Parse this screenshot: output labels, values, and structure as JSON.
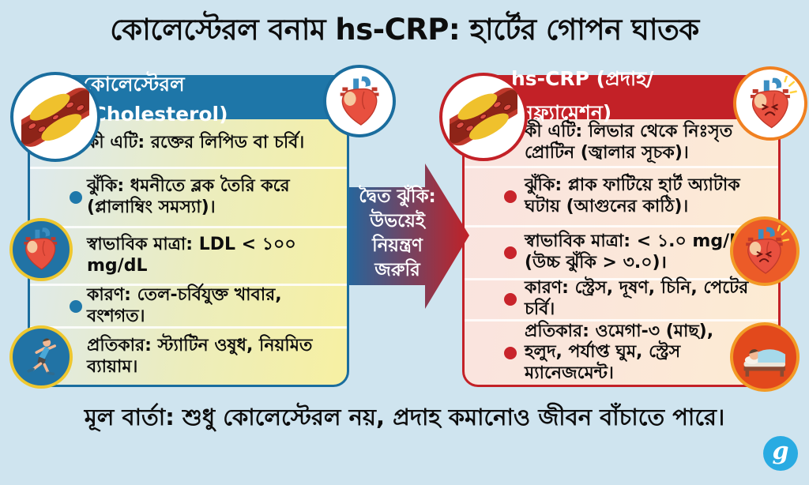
{
  "title": "কোলেস্টেরল বনাম hs-CRP: হার্টের গোপন ঘাতক",
  "left_panel": {
    "header": "কোলেস্টেরল (Cholesterol)",
    "rows": [
      {
        "text": "কী এটি: রক্তের লিপিড বা চর্বি।"
      },
      {
        "text": "ঝুঁকি: ধমনীতে ব্লক তৈরি করে (প্লালাম্বিং সমস্যা)।"
      },
      {
        "text": "স্বাভাবিক মাত্রা: LDL < ১০০ mg/dL"
      },
      {
        "text": "কারণ: তেল-চর্বিযুক্ত খাবার, বংশগত।"
      },
      {
        "text": "প্রতিকার: স্ট্যাটিন ওষুধ, নিয়মিত ব্যায়াম।"
      }
    ]
  },
  "center_arrow": {
    "text": "দ্বৈত ঝুঁকি:\nউভয়েই\nনিয়ন্ত্রণ\nজরুরি"
  },
  "right_panel": {
    "header": "hs-CRP (প্রদাহ/ইনফ্ল্যামেশন)",
    "rows": [
      {
        "text": "কী এটি: লিভার থেকে নিঃসৃত প্রোটিন (জ্বালার সূচক)।"
      },
      {
        "text": "ঝুঁকি: প্লাক ফাটিয়ে হার্ট অ্যাটাক ঘটায় (আগুনের কাঠি)।"
      },
      {
        "text": "স্বাভাবিক মাত্রা: < ১.০ mg/L (উচ্চ ঝুঁকি > ৩.০)।"
      },
      {
        "text": "কারণ: স্ট্রেস, দূষণ, চিনি, পেটের চর্বি।"
      },
      {
        "text": "প্রতিকার: ওমেগা-৩ (মাছ), হলুদ, পর্যাপ্ত ঘুম, স্ট্রেস ম্যানেজমেন্ট।"
      }
    ]
  },
  "footer": {
    "message": "মূল বার্তা: শুধু কোলেস্টেরল নয়, প্রদাহ কমানোও জীবন বাঁচাতে পারে।"
  },
  "icons": {
    "left": [
      "blocked-artery-icon",
      "healthy-heart-icon",
      "anatomical-heart-icon",
      "runner-icon"
    ],
    "right": [
      "blocked-artery-icon",
      "inflamed-heart-icon",
      "inflamed-heart-icon",
      "sleeping-person-icon"
    ],
    "brand": "brand-logo-icon"
  },
  "colors": {
    "background": "#cfe4ef",
    "left_accent": "#1e76a8",
    "right_accent": "#c32127",
    "left_bullet": "#1f78aa",
    "right_bullet": "#c8242b",
    "gold_ring": "#eec72f",
    "orange_ring": "#f29a25",
    "arrow_gradient_start": "#27659b",
    "arrow_gradient_end": "#c22127",
    "brand_blue": "#29abe2"
  }
}
